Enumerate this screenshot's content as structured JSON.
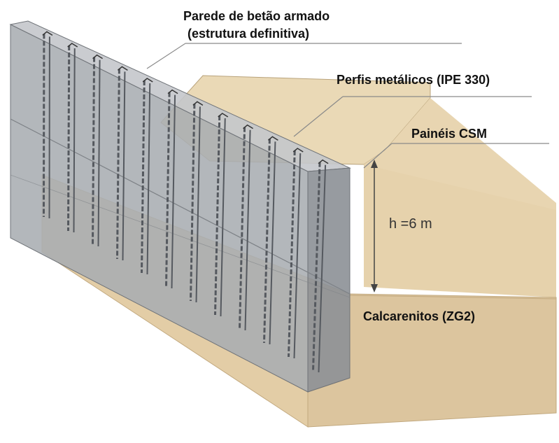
{
  "labels": {
    "wall_line1": "Parede de betão armado",
    "wall_line2": "(estrutura definitiva)",
    "profiles": "Perfis metálicos (IPE 330)",
    "panels": "Painéis CSM",
    "height": "h =6 m",
    "soil": "Calcarenitos (ZG2)"
  },
  "colors": {
    "soil_light": "#ead9b6",
    "soil_mid": "#d9c39a",
    "soil_dark": "#c8ad83",
    "wall_face": "#a9adb2",
    "wall_side": "#8c9096",
    "wall_top": "#c4c7cb",
    "steel": "#55595f",
    "leader": "#8a8a8a"
  },
  "profile_count": 12
}
